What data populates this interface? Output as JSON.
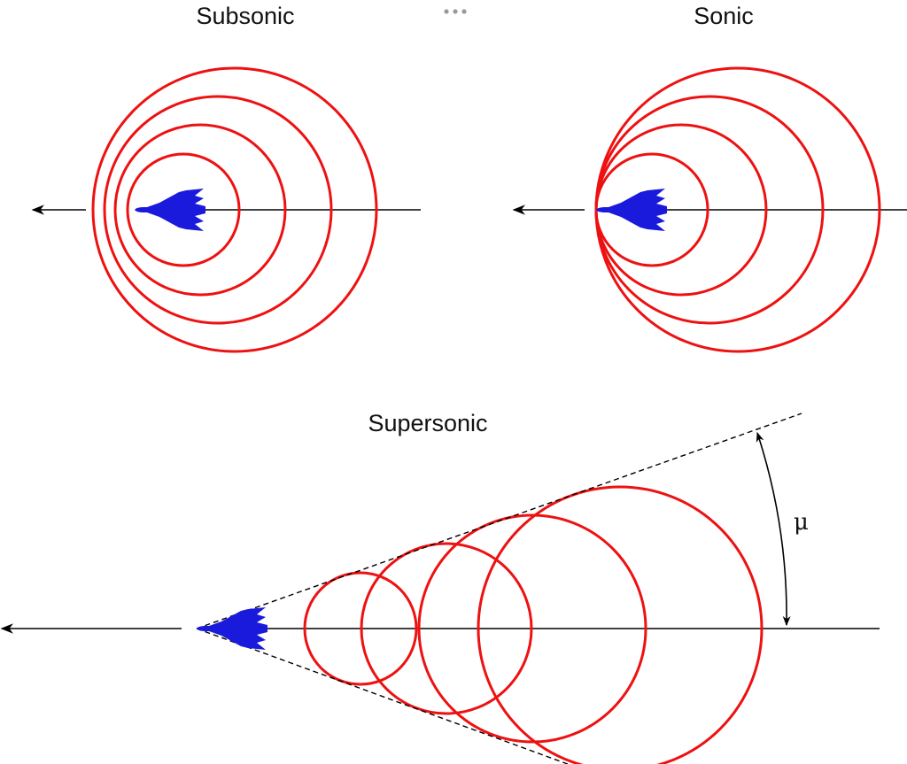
{
  "panels": {
    "subsonic": {
      "title": "Subsonic"
    },
    "sonic": {
      "title": "Sonic"
    },
    "supersonic": {
      "title": "Supersonic",
      "angle_label": "μ"
    }
  },
  "menu": {
    "icon": "more-dots-icon"
  },
  "colors": {
    "wavefront": "#ee1111",
    "aircraft": "#1a1adc",
    "line": "#000000",
    "menu_dots": "#9a9a9a"
  }
}
